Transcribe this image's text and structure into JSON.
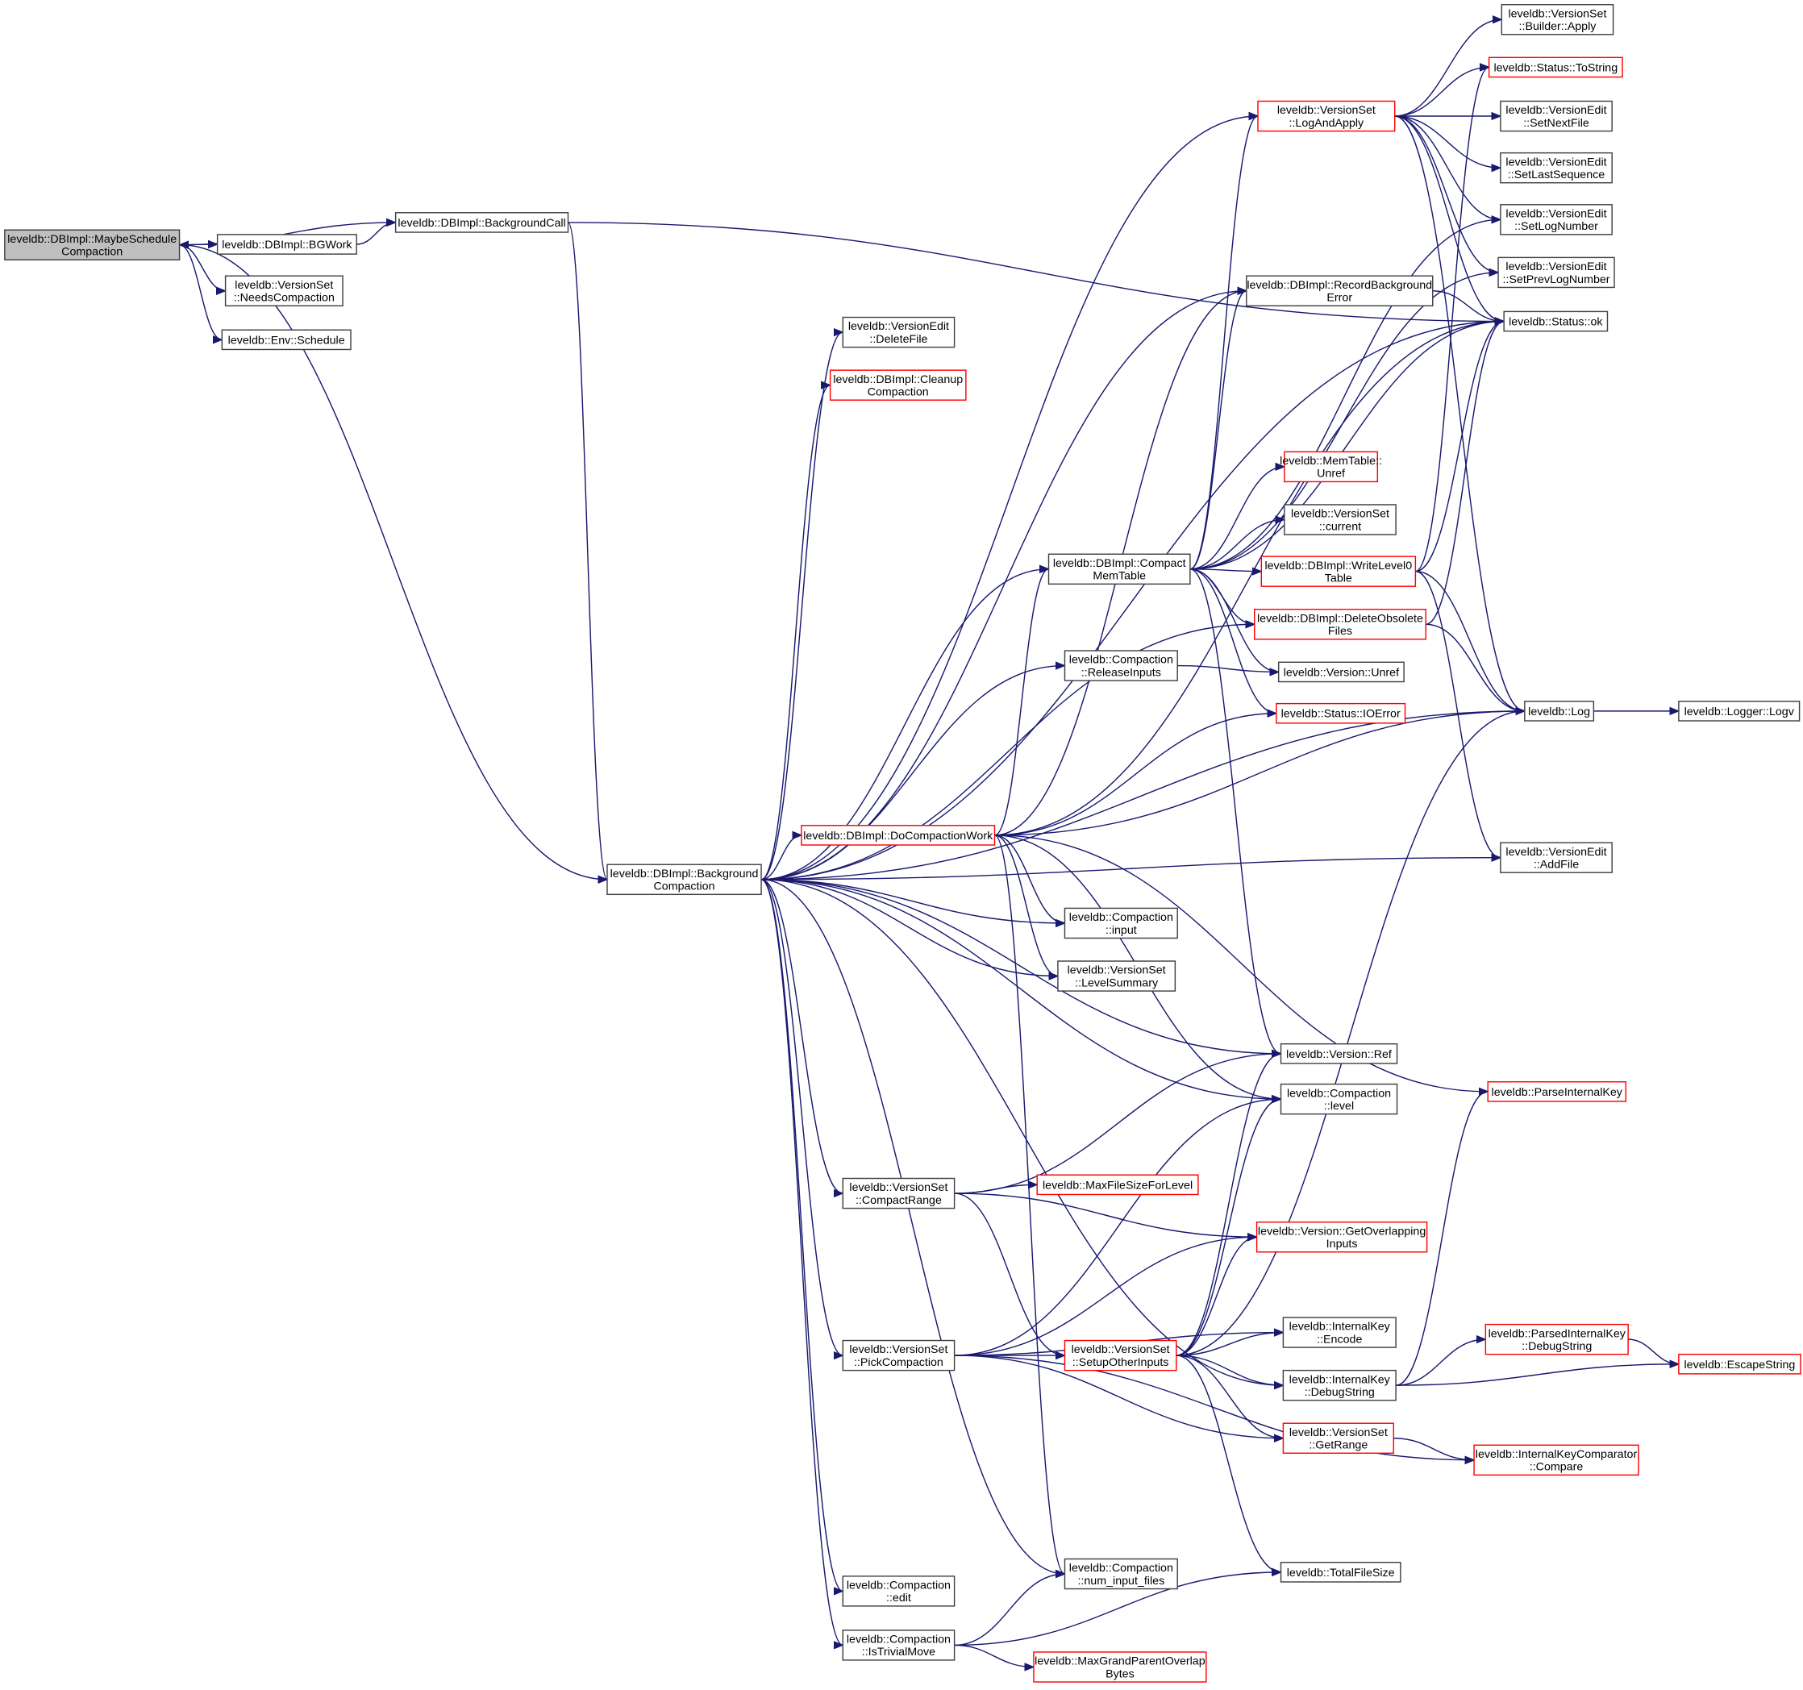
{
  "title": "Call graph: leveldb::DBImpl::MaybeScheduleCompaction",
  "colors": {
    "edge": "#191970",
    "border": "#404040",
    "border_incomplete": "#ff0000",
    "root_fill": "#bfbfbf"
  },
  "nodes": [
    {
      "id": "root",
      "lines": [
        "leveldb::DBImpl::MaybeSchedule",
        "Compaction"
      ],
      "style": "root"
    },
    {
      "id": "bgwork",
      "lines": [
        "leveldb::DBImpl::BGWork"
      ],
      "style": "normal"
    },
    {
      "id": "needscomp",
      "lines": [
        "leveldb::VersionSet",
        "::NeedsCompaction"
      ],
      "style": "normal"
    },
    {
      "id": "schedule",
      "lines": [
        "leveldb::Env::Schedule"
      ],
      "style": "normal"
    },
    {
      "id": "bgcall",
      "lines": [
        "leveldb::DBImpl::BackgroundCall"
      ],
      "style": "normal"
    },
    {
      "id": "bgcomp",
      "lines": [
        "leveldb::DBImpl::Background",
        "Compaction"
      ],
      "style": "normal"
    },
    {
      "id": "deletefile",
      "lines": [
        "leveldb::VersionEdit",
        "::DeleteFile"
      ],
      "style": "normal"
    },
    {
      "id": "cleanup",
      "lines": [
        "leveldb::DBImpl::Cleanup",
        "Compaction"
      ],
      "style": "red"
    },
    {
      "id": "compactmem",
      "lines": [
        "leveldb::DBImpl::Compact",
        "MemTable"
      ],
      "style": "normal"
    },
    {
      "id": "releaseinputs",
      "lines": [
        "leveldb::Compaction",
        "::ReleaseInputs"
      ],
      "style": "normal"
    },
    {
      "id": "docompwork",
      "lines": [
        "leveldb::DBImpl::DoCompactionWork"
      ],
      "style": "red"
    },
    {
      "id": "input",
      "lines": [
        "leveldb::Compaction",
        "::input"
      ],
      "style": "normal"
    },
    {
      "id": "levelsummary",
      "lines": [
        "leveldb::VersionSet",
        "::LevelSummary"
      ],
      "style": "normal"
    },
    {
      "id": "compactrange",
      "lines": [
        "leveldb::VersionSet",
        "::CompactRange"
      ],
      "style": "normal"
    },
    {
      "id": "pickcomp",
      "lines": [
        "leveldb::VersionSet",
        "::PickCompaction"
      ],
      "style": "normal"
    },
    {
      "id": "edit",
      "lines": [
        "leveldb::Compaction",
        "::edit"
      ],
      "style": "normal"
    },
    {
      "id": "istrivial",
      "lines": [
        "leveldb::Compaction",
        "::IsTrivialMove"
      ],
      "style": "normal"
    },
    {
      "id": "numinput",
      "lines": [
        "leveldb::Compaction",
        "::num_input_files"
      ],
      "style": "normal"
    },
    {
      "id": "maxgp",
      "lines": [
        "leveldb::MaxGrandParentOverlap",
        "Bytes"
      ],
      "style": "red"
    },
    {
      "id": "maxfilesize",
      "lines": [
        "leveldb::MaxFileSizeForLevel"
      ],
      "style": "red"
    },
    {
      "id": "setupother",
      "lines": [
        "leveldb::VersionSet",
        "::SetupOtherInputs"
      ],
      "style": "red"
    },
    {
      "id": "logandapply",
      "lines": [
        "leveldb::VersionSet",
        "::LogAndApply"
      ],
      "style": "red"
    },
    {
      "id": "recordbg",
      "lines": [
        "leveldb::DBImpl::RecordBackground",
        "Error"
      ],
      "style": "normal"
    },
    {
      "id": "memunref",
      "lines": [
        "leveldb::MemTable::",
        "Unref"
      ],
      "style": "red"
    },
    {
      "id": "vscurrent",
      "lines": [
        "leveldb::VersionSet",
        "::current"
      ],
      "style": "normal"
    },
    {
      "id": "writelevel0",
      "lines": [
        "leveldb::DBImpl::WriteLevel0",
        "Table"
      ],
      "style": "red"
    },
    {
      "id": "deleteobsolete",
      "lines": [
        "leveldb::DBImpl::DeleteObsolete",
        "Files"
      ],
      "style": "red"
    },
    {
      "id": "versionunref",
      "lines": [
        "leveldb::Version::Unref"
      ],
      "style": "normal"
    },
    {
      "id": "ioerror",
      "lines": [
        "leveldb::Status::IOError"
      ],
      "style": "red"
    },
    {
      "id": "versionref",
      "lines": [
        "leveldb::Version::Ref"
      ],
      "style": "normal"
    },
    {
      "id": "complevel",
      "lines": [
        "leveldb::Compaction",
        "::level"
      ],
      "style": "normal"
    },
    {
      "id": "getoverlap",
      "lines": [
        "leveldb::Version::GetOverlapping",
        "Inputs"
      ],
      "style": "red"
    },
    {
      "id": "ikencode",
      "lines": [
        "leveldb::InternalKey",
        "::Encode"
      ],
      "style": "normal"
    },
    {
      "id": "ikdebug",
      "lines": [
        "leveldb::InternalKey",
        "::DebugString"
      ],
      "style": "normal"
    },
    {
      "id": "getrange",
      "lines": [
        "leveldb::VersionSet",
        "::GetRange"
      ],
      "style": "red"
    },
    {
      "id": "totalfilesize",
      "lines": [
        "leveldb::TotalFileSize"
      ],
      "style": "normal"
    },
    {
      "id": "builderapply",
      "lines": [
        "leveldb::VersionSet",
        "::Builder::Apply"
      ],
      "style": "normal"
    },
    {
      "id": "tostring",
      "lines": [
        "leveldb::Status::ToString"
      ],
      "style": "red"
    },
    {
      "id": "setnextfile",
      "lines": [
        "leveldb::VersionEdit",
        "::SetNextFile"
      ],
      "style": "normal"
    },
    {
      "id": "setlastseq",
      "lines": [
        "leveldb::VersionEdit",
        "::SetLastSequence"
      ],
      "style": "normal"
    },
    {
      "id": "setlognum",
      "lines": [
        "leveldb::VersionEdit",
        "::SetLogNumber"
      ],
      "style": "normal"
    },
    {
      "id": "setprevlog",
      "lines": [
        "leveldb::VersionEdit",
        "::SetPrevLogNumber"
      ],
      "style": "normal"
    },
    {
      "id": "statusok",
      "lines": [
        "leveldb::Status::ok"
      ],
      "style": "normal"
    },
    {
      "id": "log",
      "lines": [
        "leveldb::Log"
      ],
      "style": "normal"
    },
    {
      "id": "loggerlogv",
      "lines": [
        "leveldb::Logger::Logv"
      ],
      "style": "normal"
    },
    {
      "id": "addfile",
      "lines": [
        "leveldb::VersionEdit",
        "::AddFile"
      ],
      "style": "normal"
    },
    {
      "id": "parseik",
      "lines": [
        "leveldb::ParseInternalKey"
      ],
      "style": "red"
    },
    {
      "id": "parsedikdebug",
      "lines": [
        "leveldb::ParsedInternalKey",
        "::DebugString"
      ],
      "style": "red"
    },
    {
      "id": "escapestring",
      "lines": [
        "leveldb::EscapeString"
      ],
      "style": "red"
    },
    {
      "id": "ikcompare",
      "lines": [
        "leveldb::InternalKeyComparator",
        "::Compare"
      ],
      "style": "red"
    }
  ],
  "edges": [
    [
      "root",
      "bgwork"
    ],
    [
      "root",
      "needscomp"
    ],
    [
      "root",
      "schedule"
    ],
    [
      "bgwork",
      "bgcall"
    ],
    [
      "bgcall",
      "root"
    ],
    [
      "bgcall",
      "bgcomp"
    ],
    [
      "bgcall",
      "statusok"
    ],
    [
      "bgcomp",
      "root"
    ],
    [
      "bgcomp",
      "deletefile"
    ],
    [
      "bgcomp",
      "cleanup"
    ],
    [
      "bgcomp",
      "compactmem"
    ],
    [
      "bgcomp",
      "releaseinputs"
    ],
    [
      "bgcomp",
      "docompwork"
    ],
    [
      "bgcomp",
      "input"
    ],
    [
      "bgcomp",
      "levelsummary"
    ],
    [
      "bgcomp",
      "compactrange"
    ],
    [
      "bgcomp",
      "pickcomp"
    ],
    [
      "bgcomp",
      "edit"
    ],
    [
      "bgcomp",
      "istrivial"
    ],
    [
      "bgcomp",
      "numinput"
    ],
    [
      "bgcomp",
      "logandapply"
    ],
    [
      "bgcomp",
      "recordbg"
    ],
    [
      "bgcomp",
      "statusok"
    ],
    [
      "bgcomp",
      "deleteobsolete"
    ],
    [
      "bgcomp",
      "log"
    ],
    [
      "bgcomp",
      "versionref"
    ],
    [
      "bgcomp",
      "complevel"
    ],
    [
      "bgcomp",
      "ikdebug"
    ],
    [
      "bgcomp",
      "addfile"
    ],
    [
      "compactmem",
      "logandapply"
    ],
    [
      "compactmem",
      "recordbg"
    ],
    [
      "compactmem",
      "memunref"
    ],
    [
      "compactmem",
      "vscurrent"
    ],
    [
      "compactmem",
      "writelevel0"
    ],
    [
      "compactmem",
      "deleteobsolete"
    ],
    [
      "compactmem",
      "versionunref"
    ],
    [
      "compactmem",
      "ioerror"
    ],
    [
      "compactmem",
      "versionref"
    ],
    [
      "compactmem",
      "statusok"
    ],
    [
      "compactmem",
      "setlognum"
    ],
    [
      "compactmem",
      "setprevlog"
    ],
    [
      "releaseinputs",
      "versionunref"
    ],
    [
      "docompwork",
      "compactmem"
    ],
    [
      "docompwork",
      "recordbg"
    ],
    [
      "docompwork",
      "ioerror"
    ],
    [
      "docompwork",
      "input"
    ],
    [
      "docompwork",
      "levelsummary"
    ],
    [
      "docompwork",
      "numinput"
    ],
    [
      "docompwork",
      "complevel"
    ],
    [
      "docompwork",
      "log"
    ],
    [
      "docompwork",
      "statusok"
    ],
    [
      "docompwork",
      "parseik"
    ],
    [
      "compactrange",
      "maxfilesize"
    ],
    [
      "compactrange",
      "getoverlap"
    ],
    [
      "compactrange",
      "setupother"
    ],
    [
      "compactrange",
      "versionref"
    ],
    [
      "pickcomp",
      "setupother"
    ],
    [
      "pickcomp",
      "getoverlap"
    ],
    [
      "pickcomp",
      "ikencode"
    ],
    [
      "pickcomp",
      "getrange"
    ],
    [
      "pickcomp",
      "complevel"
    ],
    [
      "pickcomp",
      "ikcompare"
    ],
    [
      "setupother",
      "getoverlap"
    ],
    [
      "setupother",
      "ikencode"
    ],
    [
      "setupother",
      "ikdebug"
    ],
    [
      "setupother",
      "getrange"
    ],
    [
      "setupother",
      "totalfilesize"
    ],
    [
      "setupother",
      "complevel"
    ],
    [
      "setupother",
      "log"
    ],
    [
      "setupother",
      "versionref"
    ],
    [
      "istrivial",
      "numinput"
    ],
    [
      "istrivial",
      "totalfilesize"
    ],
    [
      "istrivial",
      "maxgp"
    ],
    [
      "logandapply",
      "builderapply"
    ],
    [
      "logandapply",
      "tostring"
    ],
    [
      "logandapply",
      "setnextfile"
    ],
    [
      "logandapply",
      "setlastseq"
    ],
    [
      "logandapply",
      "setlognum"
    ],
    [
      "logandapply",
      "setprevlog"
    ],
    [
      "logandapply",
      "statusok"
    ],
    [
      "logandapply",
      "log"
    ],
    [
      "recordbg",
      "statusok"
    ],
    [
      "writelevel0",
      "statusok"
    ],
    [
      "writelevel0",
      "log"
    ],
    [
      "writelevel0",
      "addfile"
    ],
    [
      "writelevel0",
      "tostring"
    ],
    [
      "deleteobsolete",
      "log"
    ],
    [
      "deleteobsolete",
      "statusok"
    ],
    [
      "log",
      "loggerlogv"
    ],
    [
      "ikdebug",
      "parsedikdebug"
    ],
    [
      "ikdebug",
      "escapestring"
    ],
    [
      "ikdebug",
      "parseik"
    ],
    [
      "parsedikdebug",
      "escapestring"
    ],
    [
      "getrange",
      "ikcompare"
    ]
  ]
}
